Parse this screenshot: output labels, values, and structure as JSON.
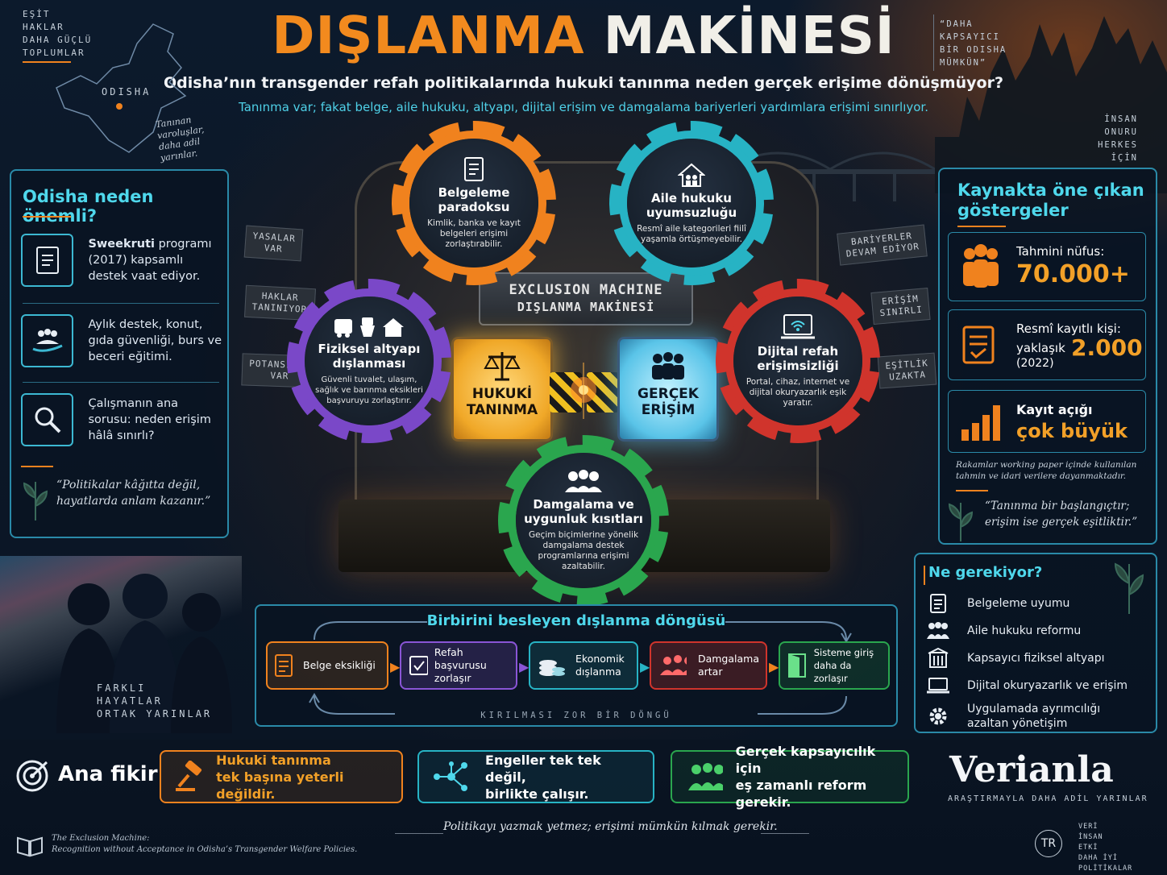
{
  "header": {
    "title_part1": "DIŞLANMA",
    "title_part2": "MAKİNESİ",
    "subtitle": "Odisha’nın transgender refah politikalarında hukuki tanınma neden gerçek erişime dönüşmüyor?",
    "tagline": "Tanınma var; fakat belge, aile hukuku, altyapı, dijital erişim ve damgalama bariyerleri yardımlara erişimi sınırlıyor."
  },
  "corner_left": {
    "line1": "EŞİT",
    "line2": "HAKLAR",
    "line3": "DAHA GÜÇLÜ",
    "line4": "TOPLUMLAR"
  },
  "map_label": "ODISHA",
  "map_note": {
    "line1": "Tanınan",
    "line2": "varoluşlar,",
    "line3": "daha adil",
    "line4": "yarınlar."
  },
  "corner_right": {
    "line1": "“DAHA",
    "line2": "KAPSAYICI",
    "line3": "BİR ODISHA",
    "line4": "MÜMKÜN”"
  },
  "corner_right2": {
    "line1": "İNSAN",
    "line2": "ONURU",
    "line3": "HERKES İÇİN"
  },
  "why_panel": {
    "title": "Odisha neden önemli?",
    "items": [
      {
        "icon": "document-icon",
        "bold": "Sweekruti",
        "text": " programı (2017) kapsamlı destek vaat ediyor."
      },
      {
        "icon": "community-hand-icon",
        "bold": "",
        "text": "Aylık destek, konut, gıda güvenliği, burs ve beceri eğitimi."
      },
      {
        "icon": "magnifier-icon",
        "bold": "",
        "text": "Çalışmanın ana sorusu: neden erişim hâlâ sınırlı?"
      }
    ],
    "quote": "“Politikalar kâğıtta değil, hayatlarda anlam kazanır.”"
  },
  "signs_left": [
    {
      "line1": "YASALAR",
      "line2": "VAR"
    },
    {
      "line1": "HAKLAR",
      "line2": "TANINIYOR"
    },
    {
      "line1": "POTANSİYEL",
      "line2": "VAR"
    }
  ],
  "signs_right": [
    {
      "line1": "BARİYERLER",
      "line2": "DEVAM EDİYOR"
    },
    {
      "line1": "ERİŞİM",
      "line2": "SINIRLI"
    },
    {
      "line1": "EŞİTLİK",
      "line2": "UZAKTA"
    }
  ],
  "machine": {
    "plate_line1": "EXCLUSION MACHINE",
    "plate_line2": "DIŞLANMA MAKİNESİ",
    "legal_line1": "HUKUKİ",
    "legal_line2": "TANINMA",
    "access_line1": "GERÇEK",
    "access_line2": "ERİŞİM"
  },
  "gears": {
    "doc": {
      "title_l1": "Belgeleme",
      "title_l2": "paradoksu",
      "desc": "Kimlik, banka ve kayıt belgeleri erişimi zorlaştırabilir.",
      "color": "#f0821e"
    },
    "family": {
      "title_l1": "Aile hukuku",
      "title_l2": "uyumsuzluğu",
      "desc": "Resmî aile kategorileri fiilî yaşamla örtüşmeyebilir.",
      "color": "#27b3c4"
    },
    "physical": {
      "title_l1": "Fiziksel altyapı",
      "title_l2": "dışlanması",
      "desc": "Güvenli tuvalet, ulaşım, sağlık ve barınma eksikleri başvuruyu zorlaştırır.",
      "color": "#7a48c8"
    },
    "digital": {
      "title_l1": "Dijital refah",
      "title_l2": "erişimsizliği",
      "desc": "Portal, cihaz, internet ve dijital okuryazarlık eşik yaratır.",
      "color": "#d0342c"
    },
    "stigma": {
      "title_l1": "Damgalama ve",
      "title_l2": "uygunluk kısıtları",
      "desc": "Geçim biçimlerine yönelik damgalama destek programlarına erişimi azaltabilir.",
      "color": "#2aa64e"
    }
  },
  "indicators": {
    "title_l1": "Kaynakta öne çıkan",
    "title_l2": "göstergeler",
    "pop_label": "Tahmini nüfus:",
    "pop_value": "70.000+",
    "reg_label": "Resmî kayıtlı kişi:",
    "reg_prefix": "yaklaşık",
    "reg_value": "2.000",
    "reg_year": "(2022)",
    "gap_label": "Kayıt açığı",
    "gap_value": "çok büyük",
    "note": "Rakamlar working paper içinde kullanılan tahmin ve idari verilere dayanmaktadır.",
    "quote": "“Tanınma bir başlangıçtır; erişim ise gerçek eşitliktir.”"
  },
  "needs": {
    "title": "Ne gerekiyor?",
    "items": [
      {
        "icon": "document-icon",
        "label": "Belgeleme uyumu"
      },
      {
        "icon": "family-icon",
        "label": "Aile hukuku reformu"
      },
      {
        "icon": "building-icon",
        "label": "Kapsayıcı fiziksel altyapı"
      },
      {
        "icon": "laptop-icon",
        "label": "Dijital okuryazarlık ve erişim"
      },
      {
        "icon": "gear-icon",
        "label": "Uygulamada ayrımcılığı azaltan yönetişim"
      }
    ]
  },
  "cycle": {
    "title": "Birbirini besleyen dışlanma döngüsü",
    "steps": [
      {
        "l1": "Belge eksikliği",
        "l2": "",
        "color": "#f0821e"
      },
      {
        "l1": "Refah başvurusu",
        "l2": "zorlaşır",
        "color": "#8a55d6"
      },
      {
        "l1": "Ekonomik",
        "l2": "dışlanma",
        "color": "#27b3c4"
      },
      {
        "l1": "Damgalama",
        "l2": "artar",
        "color": "#d0342c"
      },
      {
        "l1": "Sisteme giriş",
        "l2": "daha da zorlaşır",
        "color": "#2aa64e"
      }
    ],
    "footer": "KIRILMASI ZOR BİR DÖNGÜ"
  },
  "people_caption": {
    "line1": "FARKLI",
    "line2": "HAYATLAR",
    "line3": "ORTAK YARINLAR"
  },
  "bottom": {
    "label": "Ana fikir",
    "card1_l1": "Hukuki tanınma",
    "card1_l2": "tek başına yeterli değildir.",
    "card2_l1": "Engeller tek tek değil,",
    "card2_l2": "birlikte çalışır.",
    "card3_l1": "Gerçek kapsayıcılık için",
    "card3_l2": "eş zamanlı reform gerekir.",
    "brand": "Verianla",
    "brand_tag": "ARAŞTIRMAYLA DAHA ADİL YARINLAR",
    "closing": "Politikayı yazmak yetmez; erişimi mümkün kılmak gerekir.",
    "source_l1": "The Exclusion Machine:",
    "source_l2": "Recognition without Acceptance in Odisha’s Transgender Welfare Policies.",
    "lang": "TR",
    "mini_l1": "VERİ",
    "mini_l2": "İNSAN",
    "mini_l3": "ETKİ",
    "mini_l4": "DAHA İYİ POLİTİKALAR"
  }
}
